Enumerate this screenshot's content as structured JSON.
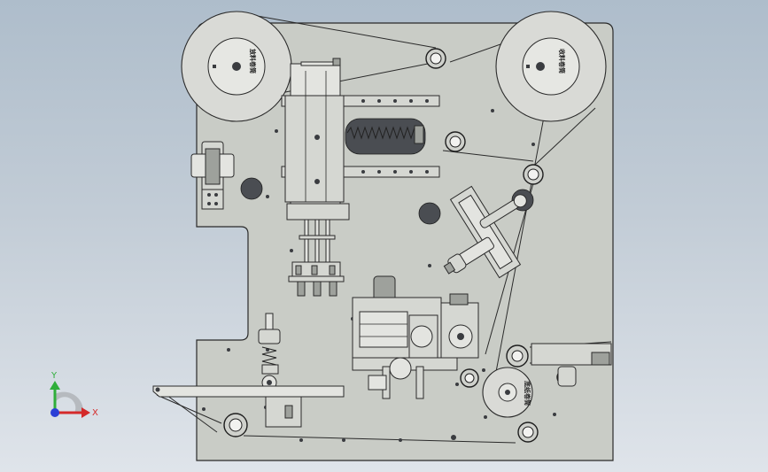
{
  "drawing": {
    "colors": {
      "background_top": "#aebdcb",
      "background_bottom": "#dfe4ea",
      "plate": "#c9ccc6",
      "axis_x": "#d42a2a",
      "axis_y": "#2fae3a",
      "axis_z": "#2b3fd6"
    },
    "labels": {
      "unwind_roll": "放料卷筒",
      "rewind_roll": "收料卷筒",
      "waste_roll": "底纸卷筒"
    },
    "axis_triad": {
      "x_label": "X",
      "y_label": "Y"
    }
  }
}
